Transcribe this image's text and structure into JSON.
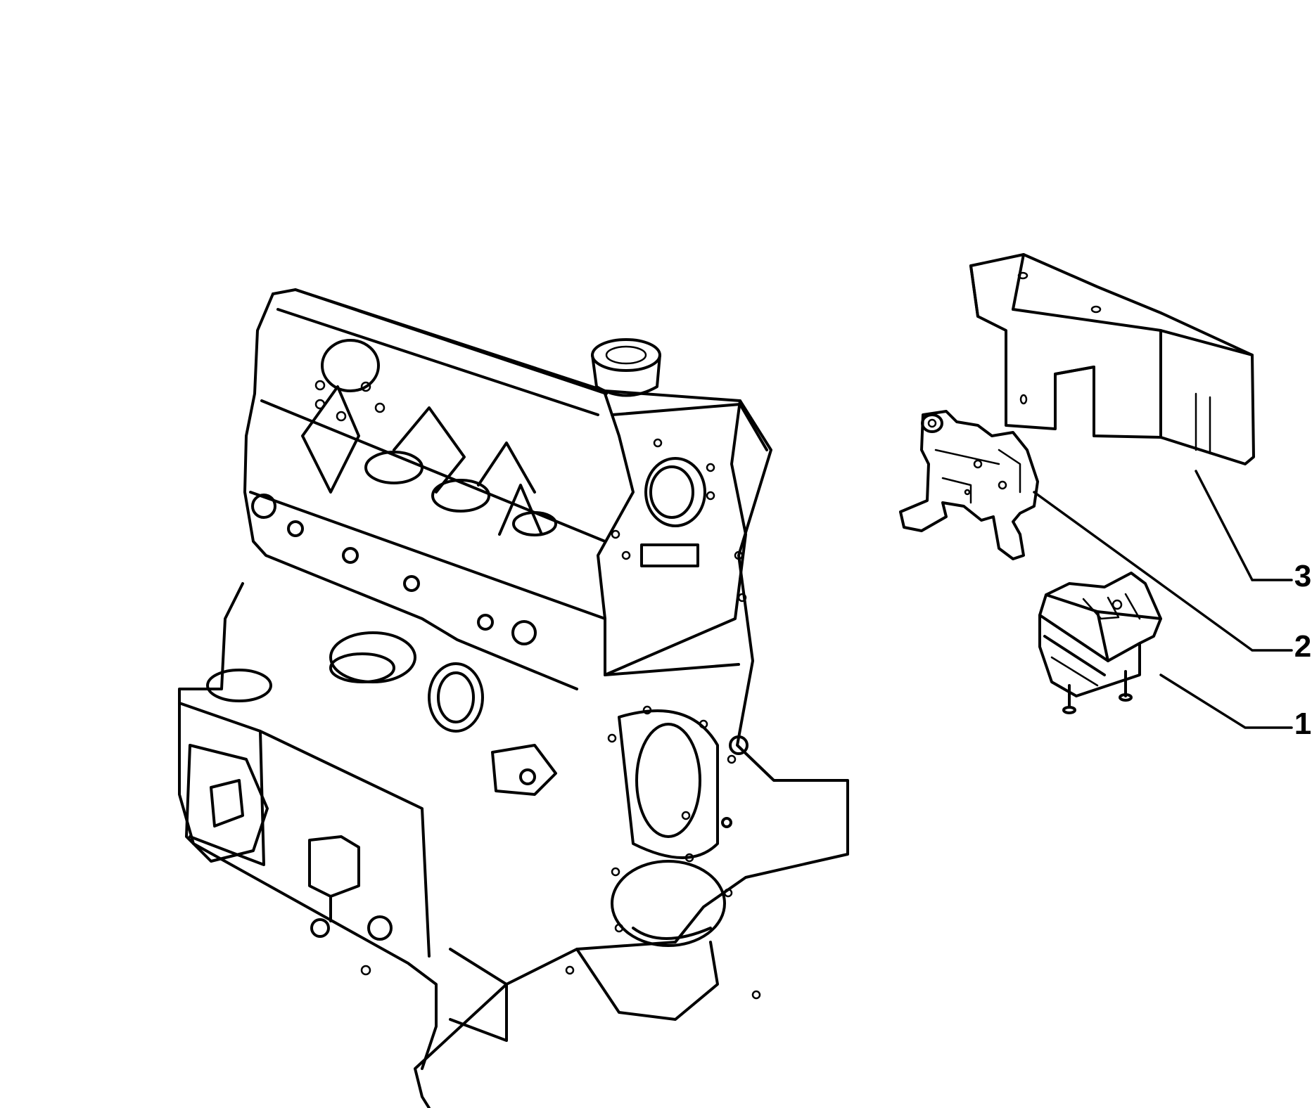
{
  "callouts": [
    {
      "id": "1",
      "label": "1",
      "part": "engine-mount"
    },
    {
      "id": "2",
      "label": "2",
      "part": "mounting-bracket"
    },
    {
      "id": "3",
      "label": "3",
      "part": "shield-cover"
    }
  ]
}
